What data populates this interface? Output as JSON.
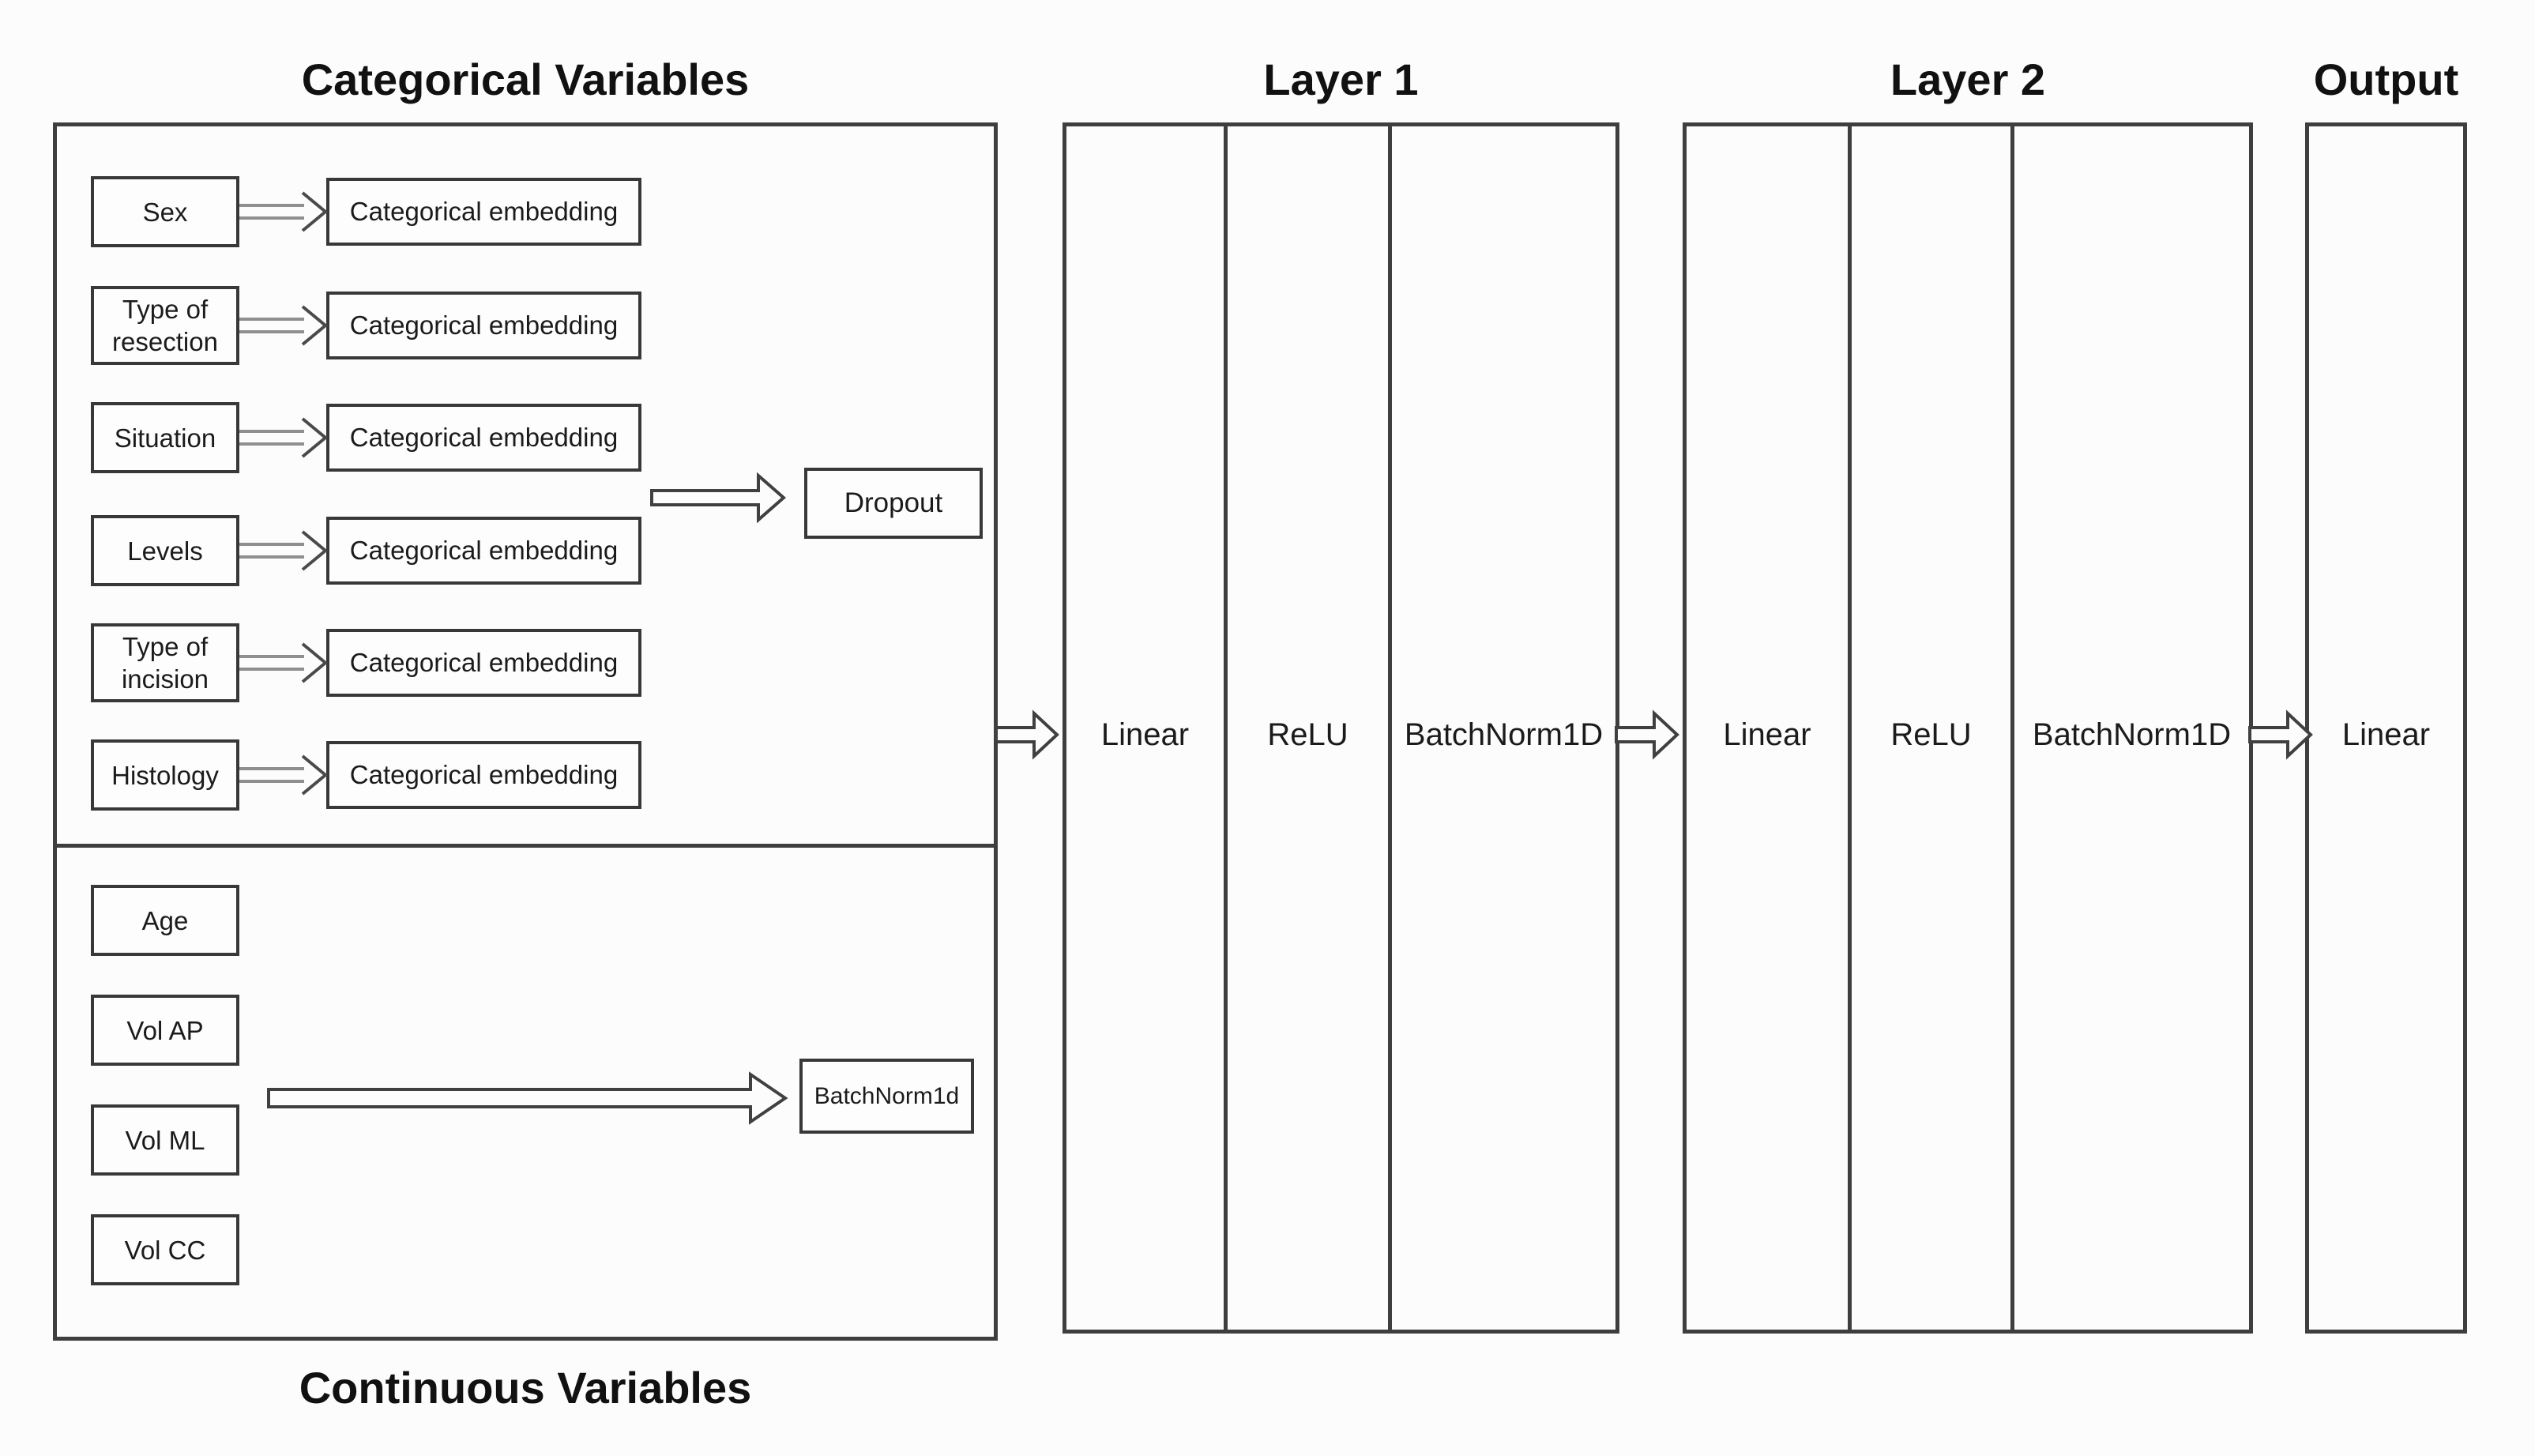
{
  "headers": {
    "categorical": "Categorical Variables",
    "layer1": "Layer 1",
    "layer2": "Layer 2",
    "output": "Output",
    "continuous": "Continuous Variables"
  },
  "categorical": {
    "rows": [
      {
        "label": "Sex",
        "embedding": "Categorical embedding"
      },
      {
        "label": "Type of resection",
        "embedding": "Categorical embedding"
      },
      {
        "label": "Situation",
        "embedding": "Categorical embedding"
      },
      {
        "label": "Levels",
        "embedding": "Categorical embedding"
      },
      {
        "label": "Type of incision",
        "embedding": "Categorical embedding"
      },
      {
        "label": "Histology",
        "embedding": "Categorical embedding"
      }
    ],
    "dropout_label": "Dropout"
  },
  "continuous": {
    "rows": [
      {
        "label": "Age"
      },
      {
        "label": "Vol AP"
      },
      {
        "label": "Vol ML"
      },
      {
        "label": "Vol CC"
      }
    ],
    "batchnorm_label": "BatchNorm1d"
  },
  "layer1": {
    "columns": [
      "Linear",
      "ReLU",
      "BatchNorm1D"
    ]
  },
  "layer2": {
    "columns": [
      "Linear",
      "ReLU",
      "BatchNorm1D"
    ]
  },
  "output": {
    "label": "Linear"
  },
  "colors": {
    "stroke": "#3e3e3e",
    "arrow_fill": "#fcfcfc",
    "text": "#1b1b1b"
  }
}
